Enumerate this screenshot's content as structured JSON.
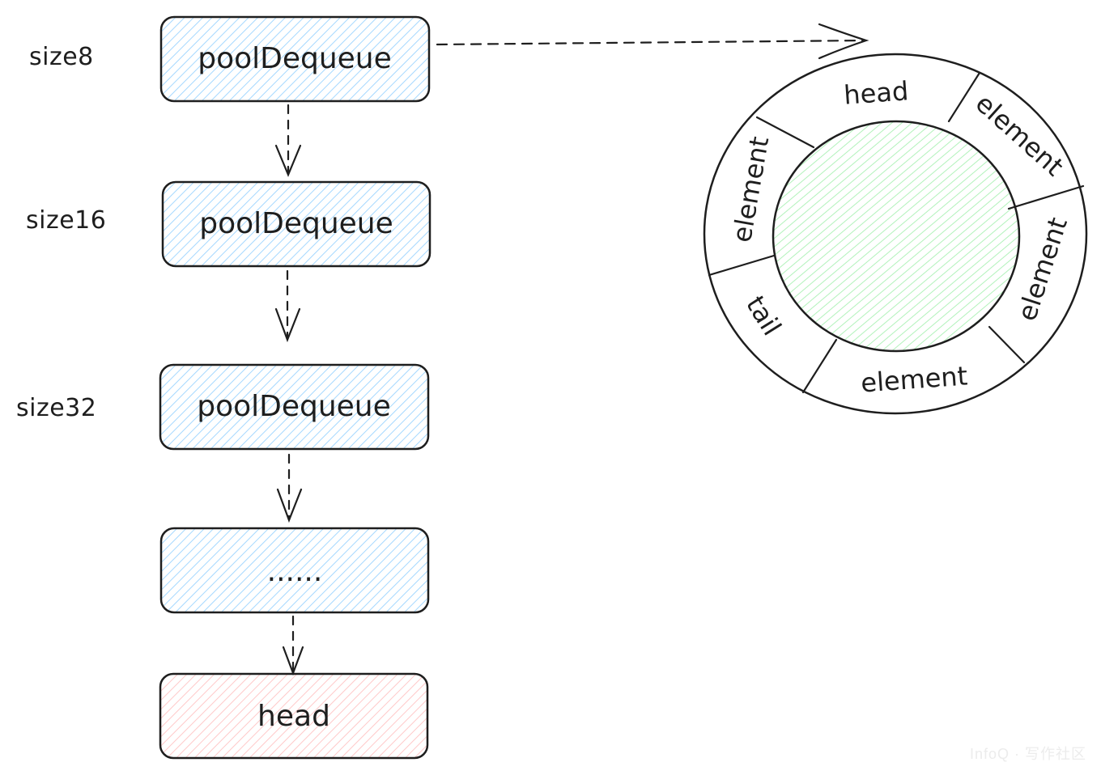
{
  "colors": {
    "stroke": "#1e1e1e",
    "deque_fill": "#a5d8ff",
    "head_fill": "#ffc9c9",
    "ring_center_fill": "#b2f2bb",
    "background": "#ffffff"
  },
  "chain": {
    "sizes": {
      "size8": "size8",
      "size16": "size16",
      "size32": "size32"
    },
    "nodes": {
      "node1": "poolDequeue",
      "node2": "poolDequeue",
      "node3": "poolDequeue",
      "ellipsis": "......",
      "head": "head"
    }
  },
  "ring": {
    "segments": {
      "top": "head",
      "upper_right": "element",
      "lower_right": "element",
      "bottom": "element",
      "lower_left": "tail",
      "upper_left": "element"
    }
  },
  "watermark": "InfoQ  · 写作社区"
}
